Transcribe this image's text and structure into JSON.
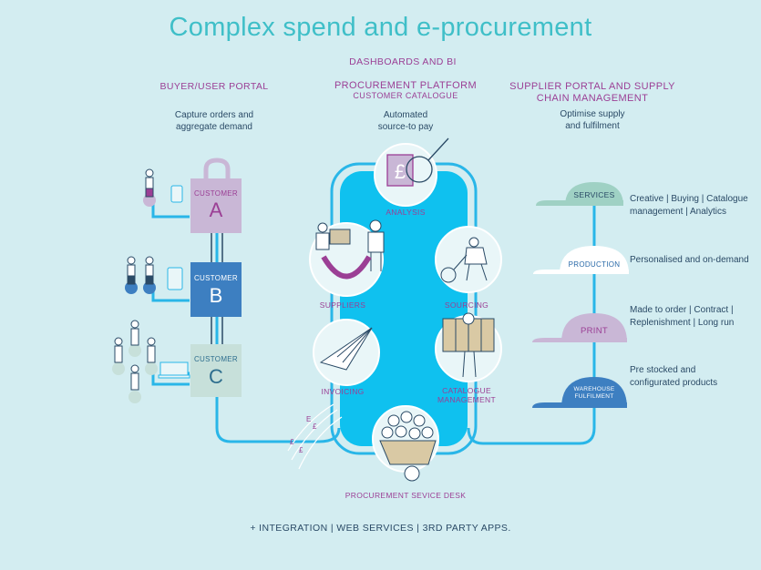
{
  "title": "Complex spend and e-procurement",
  "top_label": "DASHBOARDS AND BI",
  "columns": {
    "buyer": {
      "heading": "BUYER/USER PORTAL",
      "sub": [
        "Capture orders and",
        "aggregate demand"
      ]
    },
    "platform": {
      "heading": "PROCUREMENT PLATFORM",
      "subheading": "CUSTOMER CATALOGUE",
      "sub": [
        "Automated",
        "source-to pay"
      ]
    },
    "supplier": {
      "heading": [
        "SUPPLIER PORTAL AND SUPPLY",
        "CHAIN MANAGEMENT"
      ],
      "sub": [
        "Optimise supply",
        "and fulfilment"
      ]
    }
  },
  "customers": [
    {
      "word": "CUSTOMER",
      "letter": "A",
      "color": "#c9b7d6",
      "text_color": "#9b3f95"
    },
    {
      "word": "CUSTOMER",
      "letter": "B",
      "color": "#3d7fc1",
      "text_color": "#ffffff"
    },
    {
      "word": "CUSTOMER",
      "letter": "C",
      "color": "#c7e0da",
      "text_color": "#2e6e8e"
    }
  ],
  "platform_nodes": {
    "analysis": "ANALYSIS",
    "suppliers": "SUPPLIERS",
    "sourcing": "SOURCING",
    "invoicing": "INVOICING",
    "catalogue": [
      "CATALOGUE",
      "MANAGEMENT"
    ],
    "service_desk": "PROCUREMENT SEVICE DESK"
  },
  "supply_chain": [
    {
      "label": "SERVICES",
      "desc": [
        "Creative | Buying | Catalogue",
        "management | Analytics"
      ],
      "color": "#9fd1c4",
      "text_color": "#2a4a66"
    },
    {
      "label": "PRODUCTION",
      "desc": [
        "Personalised and on-demand"
      ],
      "color": "#ffffff",
      "text_color": "#2a6aa8"
    },
    {
      "label": "PRINT",
      "desc": [
        "Made to order | Contract |",
        "Replenishment | Long run"
      ],
      "color": "#c9b7d6",
      "text_color": "#9b3f95"
    },
    {
      "label": [
        "WAREHOUSE",
        "FULFILMENT"
      ],
      "desc": [
        "Pre stocked and",
        "configurated products"
      ],
      "color": "#3d7fc1",
      "text_color": "#ffffff"
    }
  ],
  "footer": "+ INTEGRATION | WEB SERVICES | 3RD PARTY APPS.",
  "colors": {
    "accent": "#3fbfc8",
    "line": "#29b6e8",
    "platform": "#0fc1ef",
    "purple": "#9b3f95",
    "navy": "#2a4a66"
  },
  "icons": [
    "magnifier-icon",
    "person-icon",
    "paper-plane-icon",
    "tablet-icon",
    "monitor-icon",
    "cart-icon"
  ]
}
